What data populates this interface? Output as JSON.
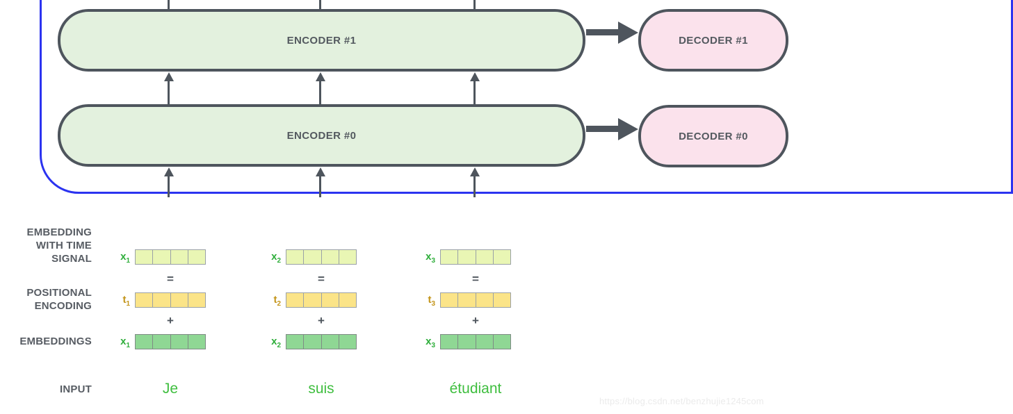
{
  "diagram": {
    "encoders": [
      {
        "label": "ENCODER #1"
      },
      {
        "label": "ENCODER #0"
      }
    ],
    "decoders": [
      {
        "label": "DECODER #1"
      },
      {
        "label": "DECODER #0"
      }
    ],
    "row_labels": {
      "embedding_with_time_signal": [
        "EMBEDDING",
        "WITH TIME",
        "SIGNAL"
      ],
      "positional_encoding": [
        "POSITIONAL",
        "ENCODING"
      ],
      "embeddings": "EMBEDDINGS",
      "input": "INPUT"
    },
    "operators": {
      "equals": "=",
      "plus": "+"
    },
    "columns": [
      {
        "sum_label_base": "x",
        "sum_label_sub": "1",
        "time_label_base": "t",
        "time_label_sub": "1",
        "embedding_label_base": "x",
        "embedding_label_sub": "1",
        "word": "Je"
      },
      {
        "sum_label_base": "x",
        "sum_label_sub": "2",
        "time_label_base": "t",
        "time_label_sub": "2",
        "embedding_label_base": "x",
        "embedding_label_sub": "2",
        "word": "suis"
      },
      {
        "sum_label_base": "x",
        "sum_label_sub": "3",
        "time_label_base": "t",
        "time_label_sub": "3",
        "embedding_label_base": "x",
        "embedding_label_sub": "3",
        "word": "étudiant"
      }
    ],
    "colors": {
      "encoder_fill": "#e3f1de",
      "decoder_fill": "#fbe2ec",
      "outline_slate": "#4e555d",
      "input_bracket_blue": "#2b33f0",
      "sum_vector_fill": "#e9f6b4",
      "positional_vector_fill": "#fbe488",
      "embedding_vector_fill": "#8fd794",
      "x_label_green": "#2fae3b",
      "t_label_amber": "#c3941a",
      "word_green": "#3fbe3f"
    },
    "watermark": "https://blog.csdn.net/benzhujie1245com"
  }
}
